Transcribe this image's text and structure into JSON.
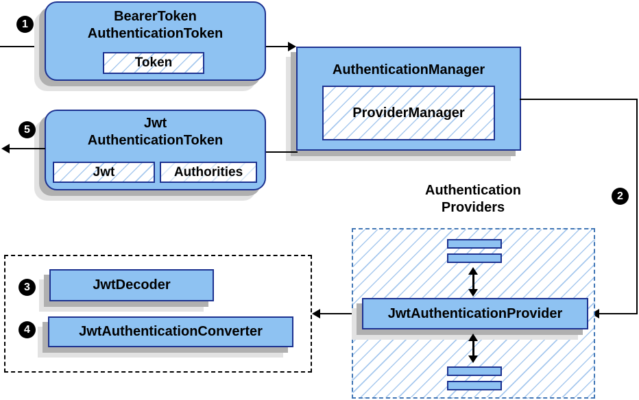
{
  "colors": {
    "node_fill": "#8ec2f2",
    "node_border": "#1c3190",
    "hatch_line": "#a6c8ee",
    "providers_dashed_border": "#4176b5",
    "decoder_dashed_border": "#000000",
    "arrow": "#000000",
    "shadow_dark": "#b0b0b0",
    "shadow_light": "#e2e2e2",
    "badge_background": "#000000",
    "badge_text": "#ffffff"
  },
  "badges": {
    "step1": "1",
    "step2": "2",
    "step3": "3",
    "step4": "4",
    "step5": "5"
  },
  "nodes": {
    "bearer_token": {
      "title_line1": "BearerToken",
      "title_line2": "AuthenticationToken",
      "field_token": "Token"
    },
    "authentication_manager": {
      "title": "AuthenticationManager",
      "field_provider_manager": "ProviderManager"
    },
    "jwt_authentication_token": {
      "title_line1": "Jwt",
      "title_line2": "AuthenticationToken",
      "field_jwt": "Jwt",
      "field_authorities": "Authorities"
    },
    "authentication_providers": {
      "label_line1": "Authentication",
      "label_line2": "Providers",
      "provider": "JwtAuthenticationProvider"
    },
    "decoder_group": {
      "decoder": "JwtDecoder",
      "converter": "JwtAuthenticationConverter"
    }
  }
}
